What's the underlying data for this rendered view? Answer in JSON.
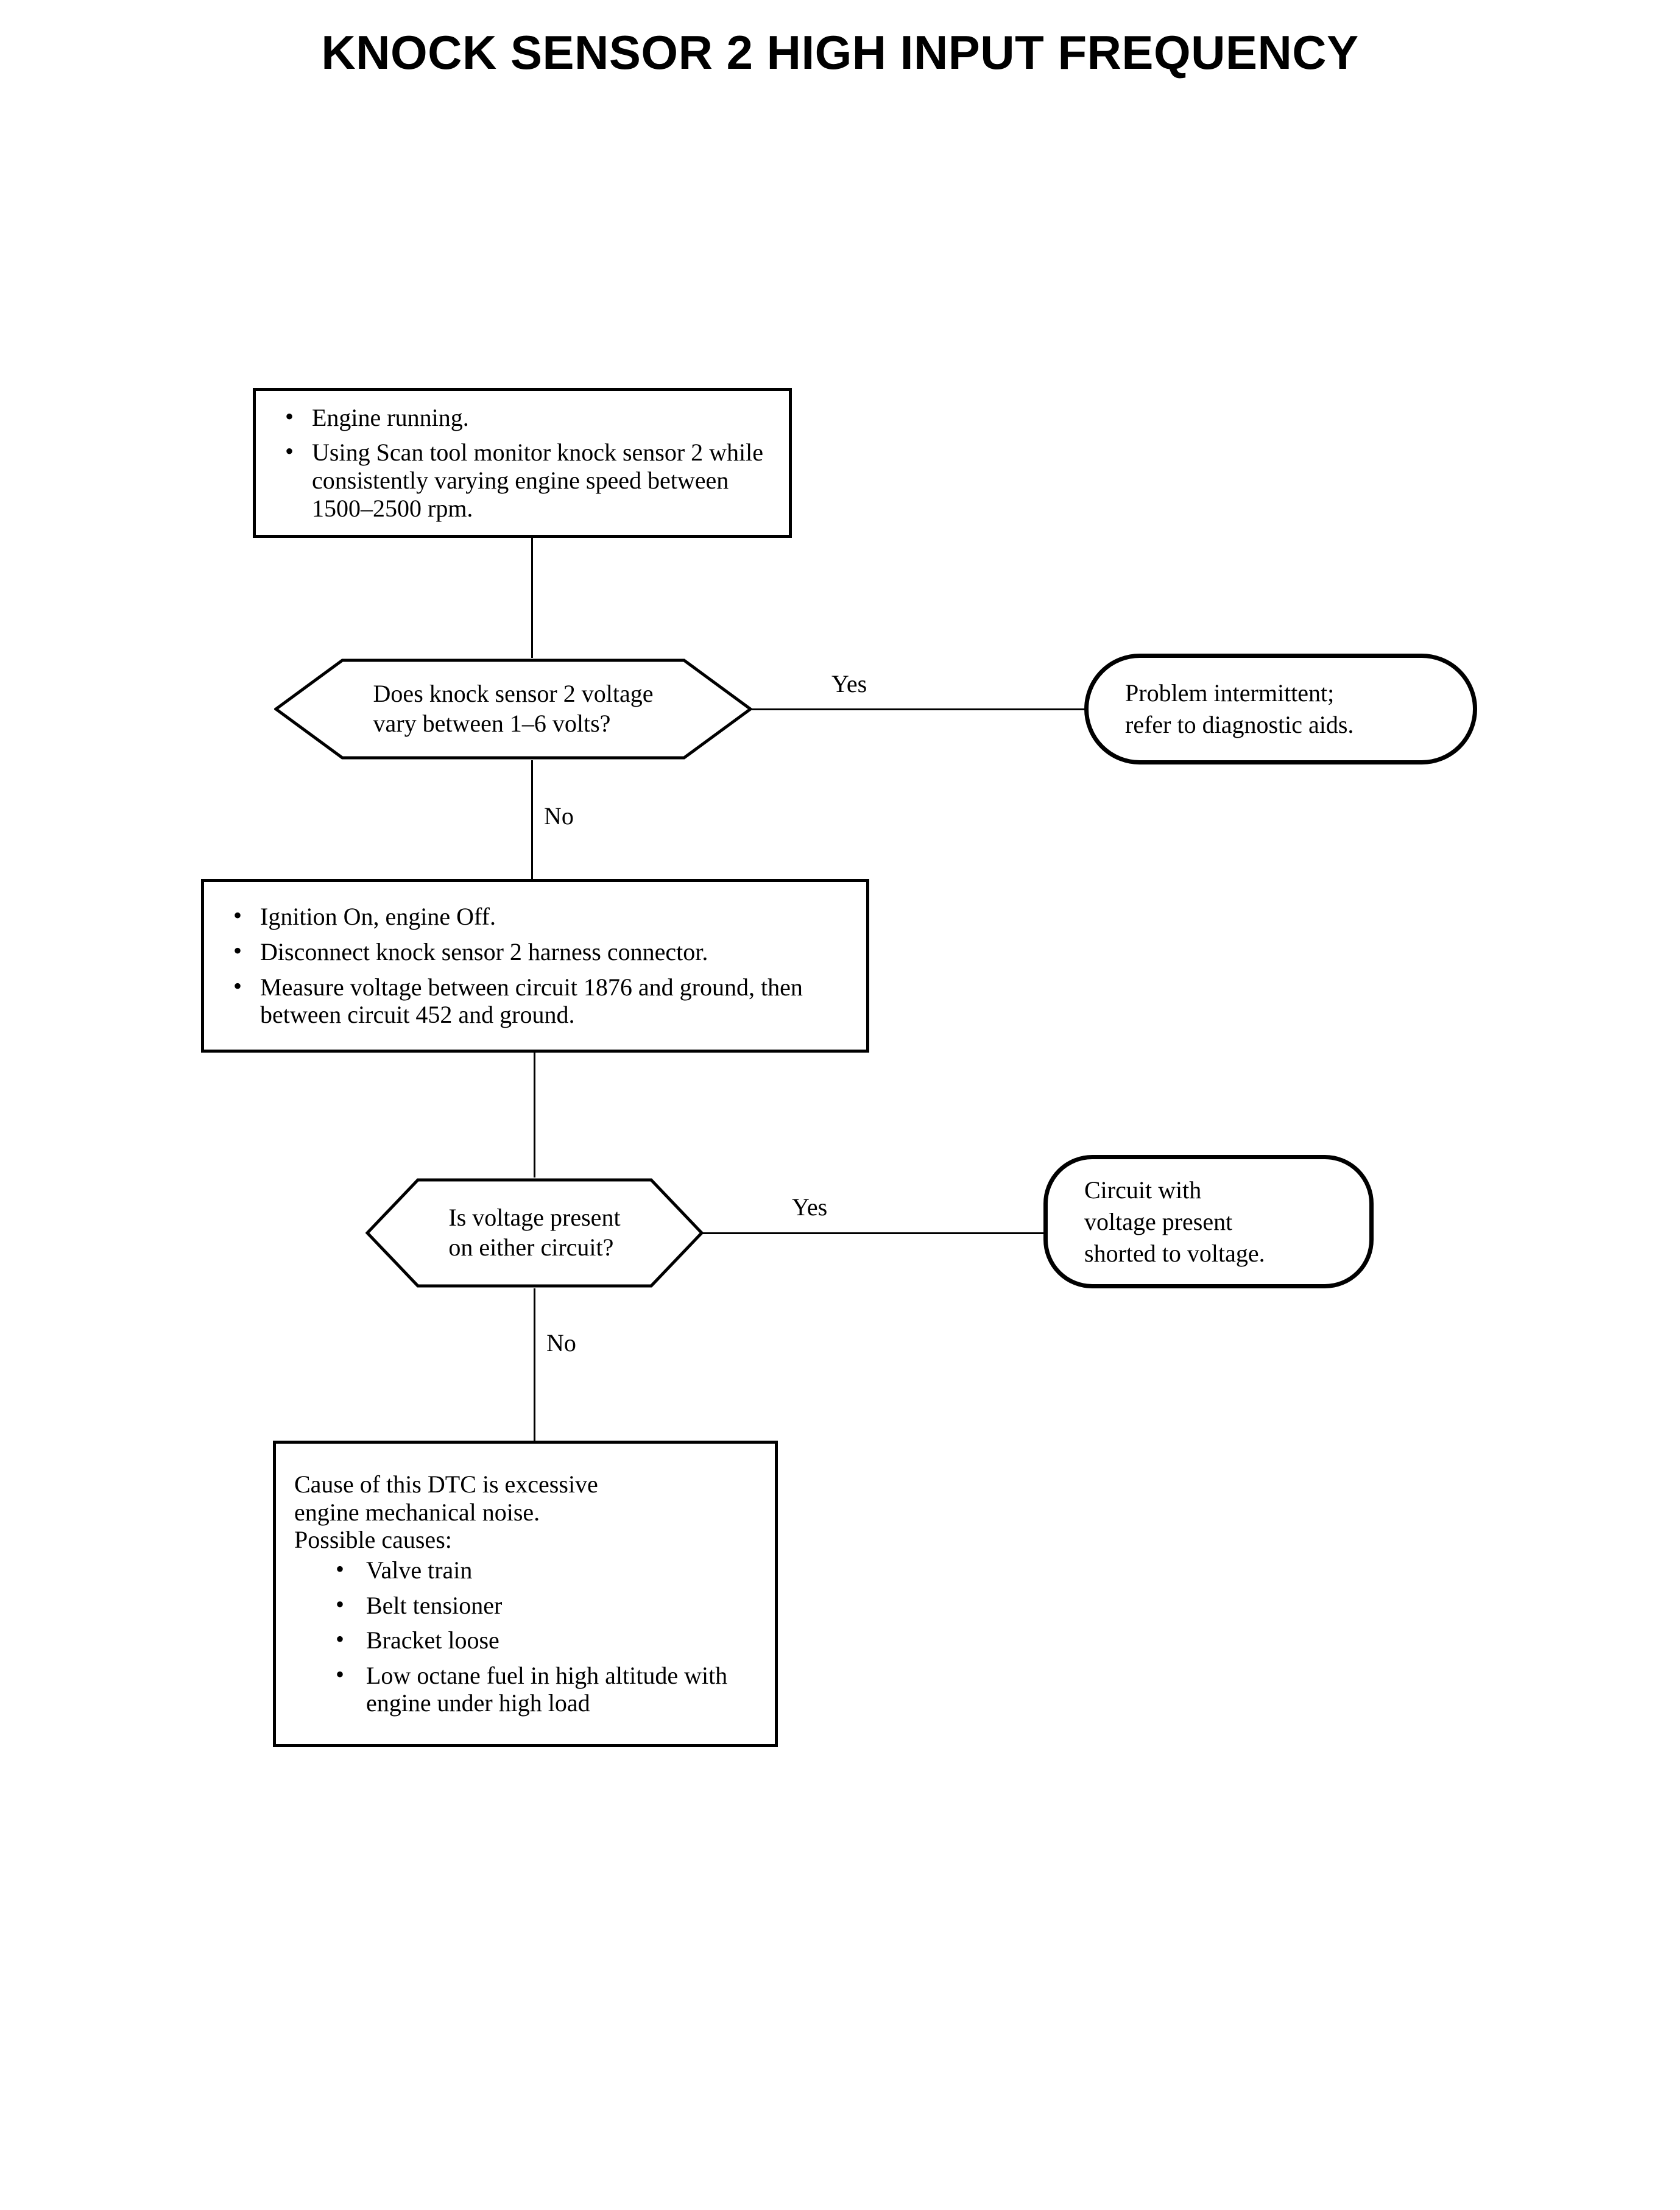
{
  "title": "KNOCK SENSOR 2 HIGH INPUT FREQUENCY",
  "flow": {
    "step1": {
      "type": "process",
      "bullets": [
        "Engine running.",
        "Using Scan tool monitor knock sensor 2 while consistently varying engine speed between 1500–2500 rpm."
      ]
    },
    "decision1": {
      "type": "decision",
      "line1": "Does knock sensor 2 voltage",
      "line2": "vary between 1–6 volts?",
      "yes_label": "Yes",
      "no_label": "No"
    },
    "terminal1": {
      "type": "terminator",
      "line1": "Problem intermittent;",
      "line2": "refer to diagnostic aids."
    },
    "step2": {
      "type": "process",
      "bullets": [
        "Ignition On, engine Off.",
        "Disconnect knock sensor 2 harness connector.",
        "Measure voltage between circuit 1876 and ground, then between circuit 452 and ground."
      ]
    },
    "decision2": {
      "type": "decision",
      "line1": "Is voltage present",
      "line2": "on either circuit?",
      "yes_label": "Yes",
      "no_label": "No"
    },
    "terminal2": {
      "type": "terminator",
      "line1": "Circuit with",
      "line2": "voltage present",
      "line3": "shorted to voltage."
    },
    "step3": {
      "type": "process",
      "lead1": "Cause of this DTC is excessive",
      "lead2": "engine mechanical noise.",
      "lead3": "Possible causes:",
      "bullets": [
        "Valve train",
        "Belt tensioner",
        "Bracket loose",
        "Low octane fuel in high altitude with engine under high load"
      ]
    }
  },
  "colors": {
    "ink": "#000000",
    "paper": "#ffffff"
  }
}
